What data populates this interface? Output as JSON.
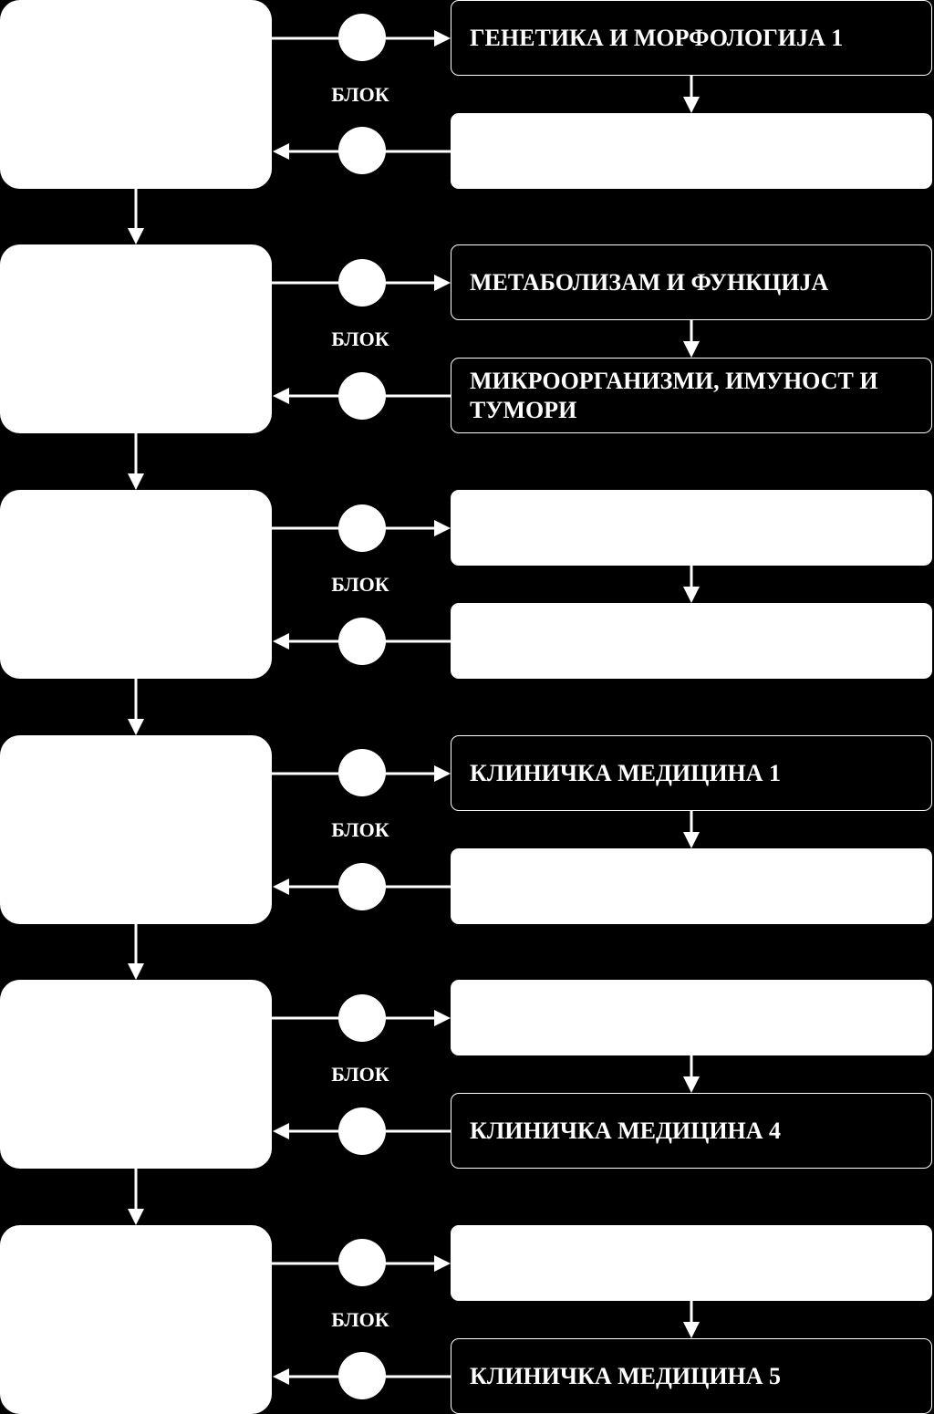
{
  "colors": {
    "background": "#000000",
    "foreground": "#ffffff"
  },
  "rows": [
    {
      "block_label": "БЛОК",
      "upper_semester": {
        "label": "ГЕНЕТИКА И МОРФОЛОГИЈА 1",
        "filled": false
      },
      "lower_semester": {
        "label": "",
        "filled": true
      }
    },
    {
      "block_label": "БЛОК",
      "upper_semester": {
        "label": "МЕТАБОЛИЗАМ И ФУНКЦИЈА",
        "filled": false
      },
      "lower_semester": {
        "label": "МИКРООРГАНИЗМИ, ИМУНОСТ И ТУМОРИ",
        "filled": false
      }
    },
    {
      "block_label": "БЛОК",
      "upper_semester": {
        "label": "",
        "filled": true
      },
      "lower_semester": {
        "label": "",
        "filled": true
      }
    },
    {
      "block_label": "БЛОК",
      "upper_semester": {
        "label": "КЛИНИЧКА МЕДИЦИНА 1",
        "filled": false
      },
      "lower_semester": {
        "label": "",
        "filled": true
      }
    },
    {
      "block_label": "БЛОК",
      "upper_semester": {
        "label": "",
        "filled": true
      },
      "lower_semester": {
        "label": "КЛИНИЧКА МЕДИЦИНА 4",
        "filled": false
      }
    },
    {
      "block_label": "БЛОК",
      "upper_semester": {
        "label": "",
        "filled": true
      },
      "lower_semester": {
        "label": "КЛИНИЧКА МЕДИЦИНА 5",
        "filled": false
      }
    }
  ]
}
